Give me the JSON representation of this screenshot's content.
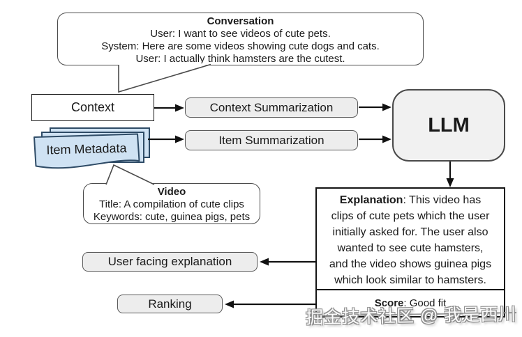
{
  "diagram": {
    "conversation_bubble": {
      "title": "Conversation",
      "lines": [
        "User: I want to see videos of cute pets.",
        "System: Here are some videos showing cute dogs and cats.",
        "User: I actually think hamsters are the cutest."
      ]
    },
    "context_box": {
      "label": "Context"
    },
    "item_metadata": {
      "label": "Item Metadata"
    },
    "context_summarization": {
      "label": "Context Summarization"
    },
    "item_summarization": {
      "label": "Item Summarization"
    },
    "llm": {
      "label": "LLM"
    },
    "video_bubble": {
      "title": "Video",
      "lines": [
        "Title: A compilation of cute clips",
        "Keywords: cute, guinea pigs, pets"
      ]
    },
    "explanation_box": {
      "heading": "Explanation",
      "heading_suffix": ": This video has",
      "lines": [
        "clips of cute pets which the user",
        "initially asked for. The user also",
        "wanted to see cute hamsters,",
        "and the video shows guinea pigs",
        "which look similar to hamsters."
      ],
      "score_label": "Score",
      "score_value": ": Good fit"
    },
    "user_facing_explanation": {
      "label": "User facing explanation"
    },
    "ranking": {
      "label": "Ranking"
    },
    "watermark": "掘金技术社区 @ 我是西川",
    "colors": {
      "paper_fill": "#cfe2f3",
      "paper_border": "#2e4b66",
      "pill_fill": "#ededed",
      "pill_border": "#595959",
      "arrow": "#111111",
      "watermark_gray": "#8f8f8f"
    }
  }
}
